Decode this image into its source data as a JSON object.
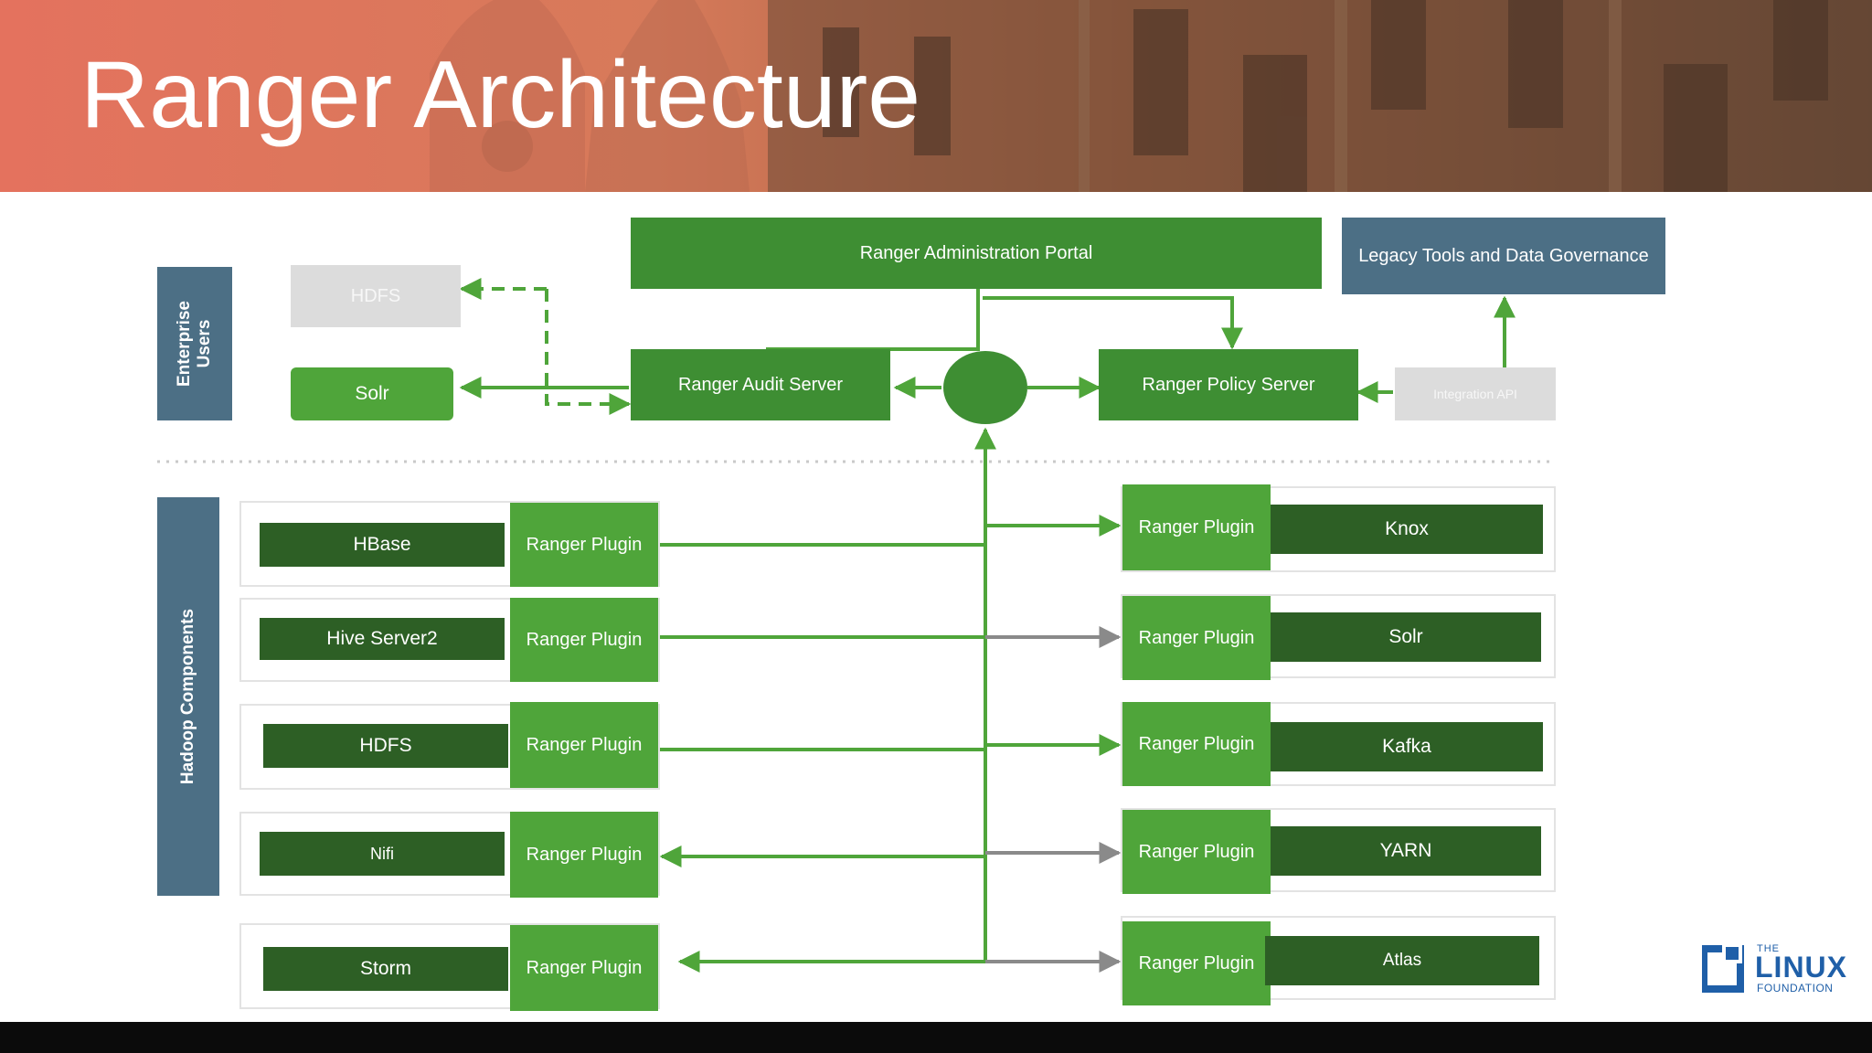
{
  "slide": {
    "title": "Ranger Architecture"
  },
  "colors": {
    "lime_green": "#4fa53a",
    "dark_green": "#2d5f25",
    "slate_blue": "#4c6f85",
    "light_grey": "#dcdcdc",
    "banner_coral": "#e4725e"
  },
  "side_labels": {
    "enterprise_users": "Enterprise Users",
    "hadoop_components": "Hadoop Components"
  },
  "top_nodes": {
    "admin_portal": "Ranger Administration Portal",
    "legacy_tools": "Legacy Tools and Data Governance",
    "hdfs_storage": "HDFS",
    "solr_storage": "Solr",
    "audit_server": "Ranger Audit Server",
    "policy_server": "Ranger Policy Server",
    "integration_api": "Integration API"
  },
  "plugin_label": "Ranger Plugin",
  "left_components": [
    "HBase",
    "Hive Server2",
    "HDFS",
    "Nifi",
    "Storm"
  ],
  "right_components": [
    "Knox",
    "Solr",
    "Kafka",
    "YARN",
    "Atlas"
  ],
  "logo": {
    "the": "THE",
    "name": "LINUX",
    "sub": "FOUNDATION"
  }
}
